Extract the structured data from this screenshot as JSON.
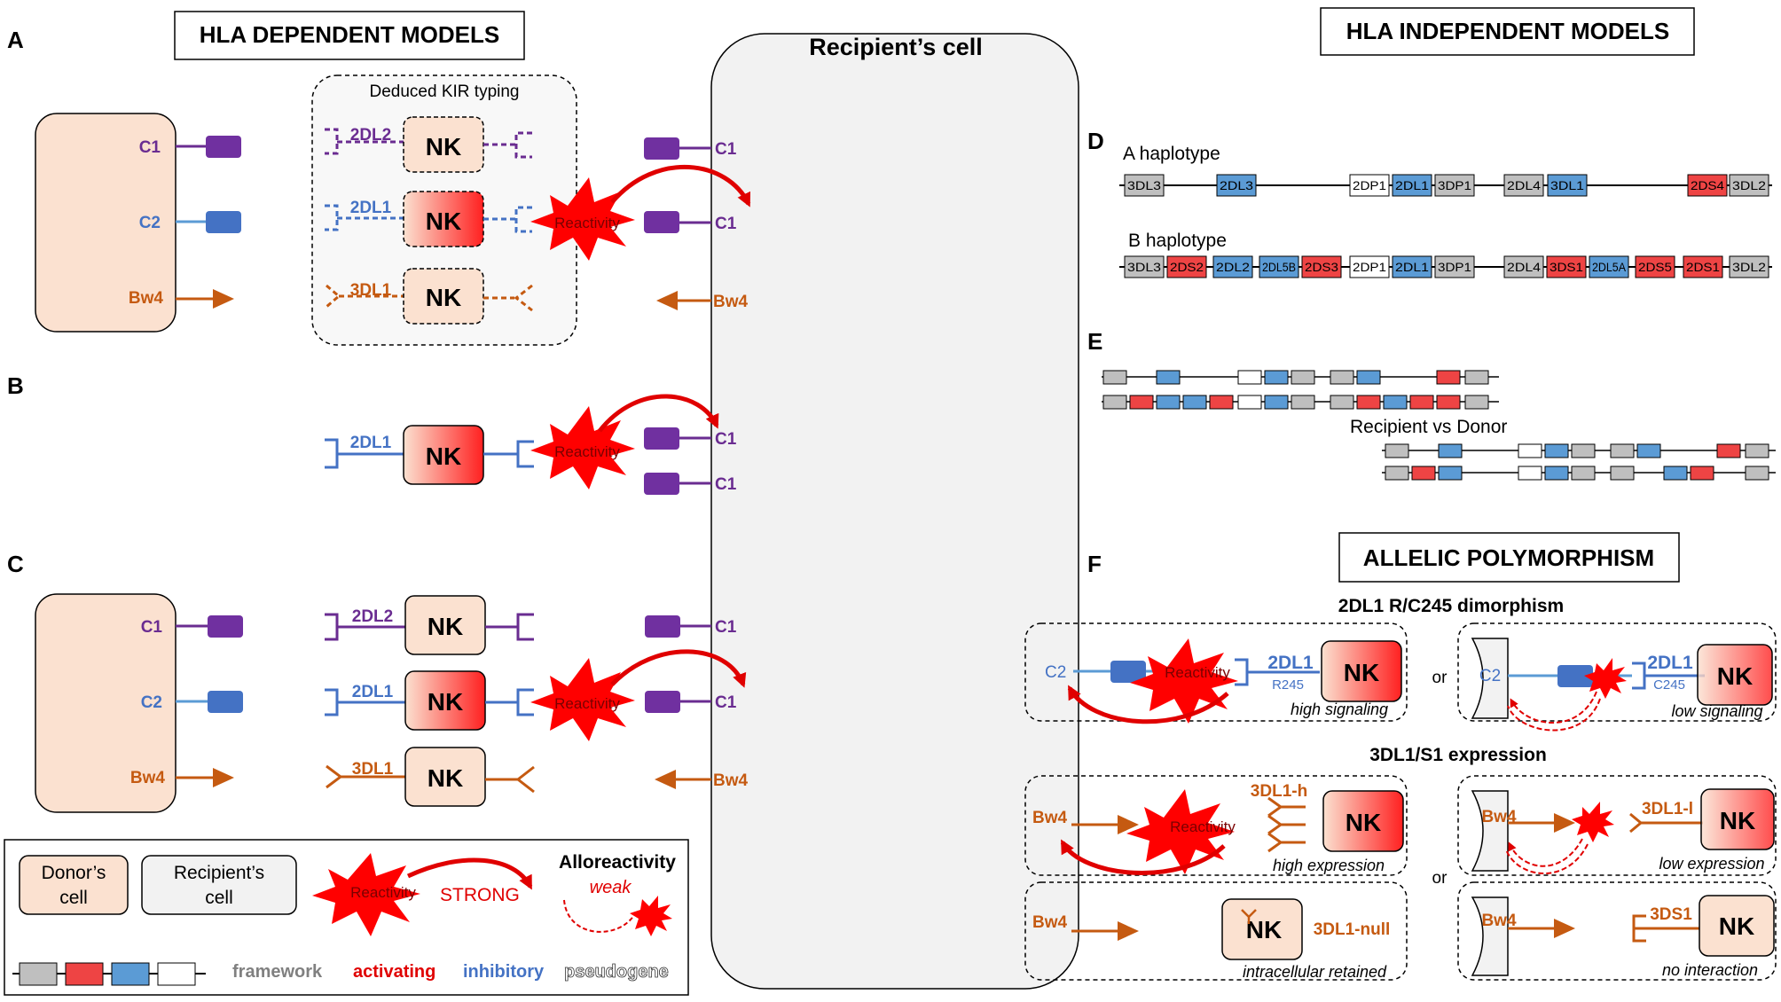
{
  "titles": {
    "hla_dependent": "HLA DEPENDENT MODELS",
    "hla_independent": "HLA INDEPENDENT MODELS",
    "recipient_cell": "Recipient’s cell",
    "allelic_polymorphism": "ALLELIC POLYMORPHISM"
  },
  "panel_letters": {
    "a": "A",
    "b": "B",
    "c": "C",
    "d": "D",
    "e": "E",
    "f": "F"
  },
  "common": {
    "nk": "NK",
    "reactivity": "Reactivity",
    "c1": "C1",
    "c2": "C2",
    "bw4": "Bw4",
    "or": "or"
  },
  "panel_a": {
    "deduced_kir": "Deduced KIR typing",
    "receptors": [
      "2DL2",
      "2DL1",
      "3DL1"
    ]
  },
  "panel_b": {
    "receptor": "2DL1"
  },
  "panel_c": {
    "receptors": [
      "2DL2",
      "2DL1",
      "3DL1"
    ]
  },
  "panel_d": {
    "a_haplotype": {
      "label": "A haplotype",
      "genes": [
        {
          "name": "3DL3",
          "type": "framework"
        },
        {
          "name": "2DL3",
          "type": "inhibitory"
        },
        {
          "name": "2DP1",
          "type": "pseudogene"
        },
        {
          "name": "2DL1",
          "type": "inhibitory"
        },
        {
          "name": "3DP1",
          "type": "framework"
        },
        {
          "name": "2DL4",
          "type": "framework"
        },
        {
          "name": "3DL1",
          "type": "inhibitory"
        },
        {
          "name": "2DS4",
          "type": "activating"
        },
        {
          "name": "3DL2",
          "type": "framework"
        }
      ]
    },
    "b_haplotype": {
      "label": "B haplotype",
      "genes": [
        {
          "name": "3DL3",
          "type": "framework"
        },
        {
          "name": "2DS2",
          "type": "activating"
        },
        {
          "name": "2DL2",
          "type": "inhibitory"
        },
        {
          "name": "2DL5B",
          "type": "inhibitory"
        },
        {
          "name": "2DS3",
          "type": "activating"
        },
        {
          "name": "2DP1",
          "type": "pseudogene"
        },
        {
          "name": "2DL1",
          "type": "inhibitory"
        },
        {
          "name": "3DP1",
          "type": "framework"
        },
        {
          "name": "2DL4",
          "type": "framework"
        },
        {
          "name": "3DS1",
          "type": "activating"
        },
        {
          "name": "2DL5A",
          "type": "inhibitory"
        },
        {
          "name": "2DS5",
          "type": "activating"
        },
        {
          "name": "2DS1",
          "type": "activating"
        },
        {
          "name": "3DL2",
          "type": "framework"
        }
      ]
    }
  },
  "panel_e": {
    "label": "Recipient vs Donor"
  },
  "panel_f": {
    "dimorphism_title": "2DL1 R/C245 dimorphism",
    "expression_title": "3DL1/S1 expression",
    "receptor_2dl1": "2DL1",
    "r245": "R245",
    "c245": "C245",
    "high_signaling": "high signaling",
    "low_signaling": "low signaling",
    "r_3dl1h": "3DL1-h",
    "r_3dl1l": "3DL1-l",
    "r_3dl1null": "3DL1-null",
    "r_3ds1": "3DS1",
    "high_expression": "high expression",
    "low_expression": "low expression",
    "intracellular": "intracellular retained",
    "no_interaction": "no interaction"
  },
  "legend": {
    "donor_cell": [
      "Donor’s",
      "cell"
    ],
    "recipient_cell": [
      "Recipient’s",
      "cell"
    ],
    "alloreactivity": "Alloreactivity",
    "strong": "STRONG",
    "weak": "weak",
    "framework": "framework",
    "activating": "activating",
    "inhibitory": "inhibitory",
    "pseudogene": "pseudogene"
  },
  "colors": {
    "purple": "#6A2C91",
    "blue": "#4472C4",
    "orange": "#C55A11",
    "red": "#FF0000",
    "framework": "#BFBFBF",
    "activating": "#EE4444",
    "inhibitory": "#5B9BD5",
    "pseudogene": "#FFFFFF",
    "donor": "#FBE1D0",
    "recipient": "#F2F2F2"
  }
}
